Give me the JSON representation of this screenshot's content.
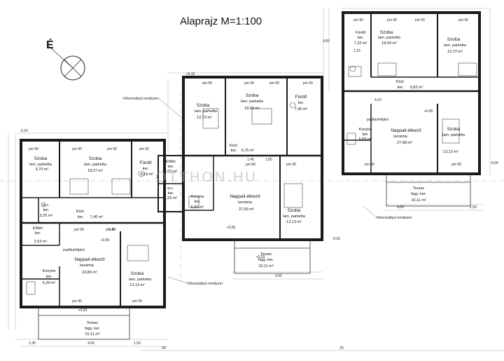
{
  "title": "Alaprajz  M=1:100",
  "north_label": "É",
  "watermark": "OTTHON.HU",
  "colors": {
    "wall": "#1a1a1a",
    "line": "#333333",
    "grid": "#9a9a9a"
  },
  "rooms": {
    "a_szoba_small": {
      "name": "Szoba",
      "floor": "lam. parketta",
      "area": "9,70 m²"
    },
    "a_szoba_large": {
      "name": "Szoba",
      "floor": "lam. parketta",
      "area": "18,27 m²"
    },
    "a_furdo": {
      "name": "Fürdő",
      "floor": "ker.",
      "area": "8,19 m²"
    },
    "a_wc": {
      "name": "w.c.",
      "floor": "ker.",
      "area": "2,25 m²"
    },
    "a_kozl": {
      "name": "Közl.",
      "floor": "ker.",
      "area": "7,40 m²"
    },
    "a_eloter": {
      "name": "Előtér",
      "floor": "ker.",
      "area": "2,63 m²"
    },
    "a_nappali": {
      "name": "Nappali-étkező",
      "floor": "kerámia",
      "area": "24,86 m²"
    },
    "a_konyha": {
      "name": "Konyha",
      "floor": "ker.",
      "area": "6,39 m²"
    },
    "a_szoba_bottom": {
      "name": "Szoba",
      "floor": "lam. parketta",
      "area": "13,13 m²"
    },
    "a_terasz": {
      "name": "Terasz",
      "floor": "fagy. ker.",
      "area": "10,11 m²"
    },
    "b_eloter": {
      "name": "Előtér",
      "floor": "ker.",
      "area": "2,63 m²"
    },
    "b_wc": {
      "name": "w.c.",
      "floor": "ker.",
      "area": "2,25 m²"
    },
    "b_szoba_left": {
      "name": "Szoba",
      "floor": "lam. parketta",
      "area": "12,72 m²"
    },
    "b_szoba_large": {
      "name": "Szoba",
      "floor": "lam. parketta",
      "area": "18,48 m²"
    },
    "b_furdo": {
      "name": "Fürdő",
      "floor": "ker.",
      "area": "7,40 m²"
    },
    "b_kozl": {
      "name": "Közl.",
      "floor": "ker.",
      "area": "5,75 m²"
    },
    "b_konyha": {
      "name": "Konyha",
      "floor": "ker.",
      "area": "6,82 m²"
    },
    "b_nappali": {
      "name": "Nappali-étkező",
      "floor": "kerámia",
      "area": "27,55 m²"
    },
    "b_szoba_right": {
      "name": "Szoba",
      "floor": "lam. parketta",
      "area": "13,13 m²"
    },
    "b_terasz": {
      "name": "Terasz",
      "floor": "fagy. ker.",
      "area": "10,11 m²"
    },
    "c_furdo": {
      "name": "Fürdő",
      "floor": "ker.",
      "area": "7,22 m²"
    },
    "c_szoba_large": {
      "name": "Szoba",
      "floor": "lam. parketta",
      "area": "18,69 m²"
    },
    "c_szoba_right": {
      "name": "Szoba",
      "floor": "lam. parketta",
      "area": "12,72 m²"
    },
    "c_kozl": {
      "name": "Közl.",
      "floor": "ker.",
      "area": "5,82 m²"
    },
    "c_konyha": {
      "name": "Konyha",
      "floor": "ker.",
      "area": "6,83 m²"
    },
    "c_nappali": {
      "name": "Nappali-étkező",
      "floor": "kerámia",
      "area": "27,08 m²"
    },
    "c_szoba_bottom": {
      "name": "Szoba",
      "floor": "lam. parketta",
      "area": "13,13 m²"
    },
    "c_terasz": {
      "name": "Terasz",
      "floor": "fagy. ker.",
      "area": "10,11 m²"
    }
  },
  "notes": {
    "hoszivattyu_1": "hőszivattyú rendszer",
    "hoszivattyu_2": "hőszivattyú rendszer",
    "hoszivattyu_3": "hőszivattyú rendszer",
    "padlasfeljaro_1": "padlásfeljáró",
    "padlasfeljaro_2": "padlásfeljáró"
  },
  "dims": {
    "d1": "4,05",
    "d2": "4,05",
    "d3": "4,05",
    "d4": "1,35",
    "d5": "1,50",
    "d6": "1,50",
    "d7": "+0,10",
    "d8": "-0,10",
    "d9": "+0,55",
    "d10": "+0,53",
    "d11": "+0,55",
    "d12": "+0,53",
    "d13": "+0,55",
    "d14": "-0,18",
    "d15": "-0,04",
    "d16": "1,15",
    "d17": "1,40",
    "d18": "1,40",
    "d19": "4,15",
    "d20": "1,65",
    "d21": "4,55",
    "d22": "50",
    "d23": "25"
  },
  "openings": {
    "o1": "pm 90",
    "o2": "pm 90",
    "o3": "pm 90",
    "o4": "pm 90",
    "o5": "pm 90",
    "o6": "pm 90",
    "o7": "pm 90",
    "o8": "pm 90",
    "o9": "pm 90",
    "o10": "pm 90",
    "o11": "pm 90",
    "o12": "pm 90",
    "o13": "pm 90",
    "o14": "pm 90",
    "o15": "pm 90",
    "o16": "pm 90",
    "o17": "pm 90",
    "o18": "pm 90",
    "o19": "pm 90",
    "o20": "pm 90"
  }
}
